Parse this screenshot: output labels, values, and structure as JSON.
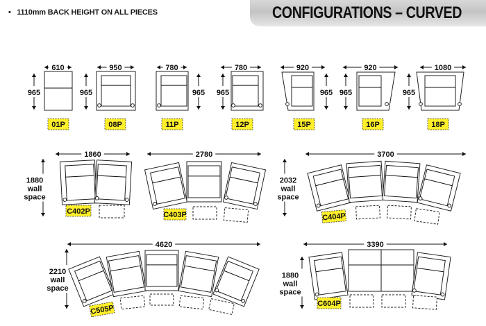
{
  "note": "1110mm BACK HEIGHT ON ALL PIECES",
  "title": "CONFIGURATIONS – CURVED",
  "wall_word": "wall",
  "space_word": "space",
  "singles": [
    {
      "width": "610",
      "depth": "965",
      "code": "01P"
    },
    {
      "width": "950",
      "depth": "965",
      "code": "08P"
    },
    {
      "width": "780",
      "depth": "965",
      "code": "11P"
    },
    {
      "width": "780",
      "depth": "965",
      "code": "12P"
    },
    {
      "width": "920",
      "depth": "965",
      "code": "15P"
    },
    {
      "width": "920",
      "depth": "965",
      "code": "16P"
    },
    {
      "width": "1080",
      "depth": "965",
      "code": "18P"
    }
  ],
  "configs": [
    {
      "width": "1860",
      "wall": "1880",
      "code": "C402P"
    },
    {
      "width": "2780",
      "wall": "",
      "code": "C403P"
    },
    {
      "width": "3700",
      "wall": "2032",
      "code": "C404P"
    },
    {
      "width": "4620",
      "wall": "2210",
      "code": "C505P"
    },
    {
      "width": "3390",
      "wall": "1880",
      "code": "C604P"
    }
  ]
}
